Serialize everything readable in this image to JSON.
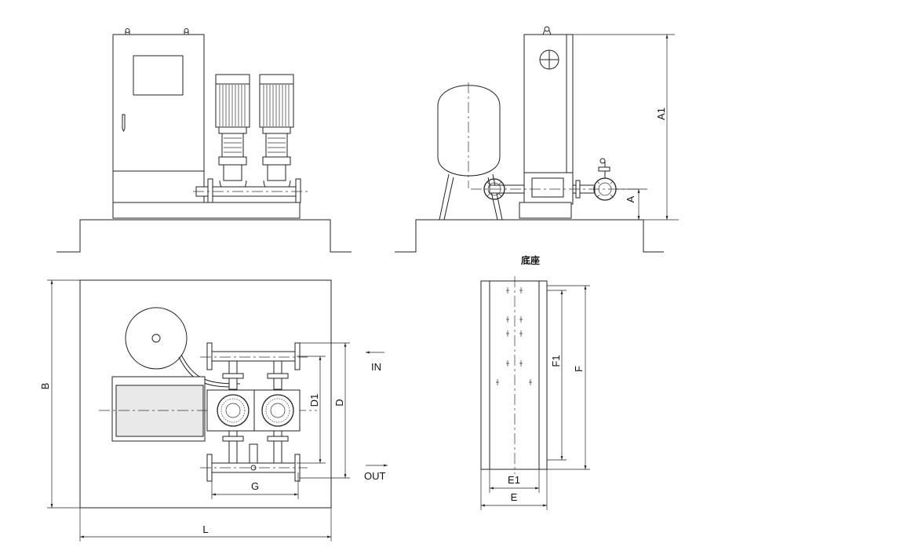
{
  "labels": {
    "base_title": "底座",
    "dim_A1": "A1",
    "dim_A": "A",
    "dim_B": "B",
    "dim_L": "L",
    "dim_D": "D",
    "dim_D1": "D1",
    "dim_G": "G",
    "dim_F": "F",
    "dim_F1": "F1",
    "dim_E": "E",
    "dim_E1": "E1",
    "port_in": "IN",
    "port_out": "OUT"
  },
  "colors": {
    "line": "#222222",
    "background": "#ffffff"
  }
}
